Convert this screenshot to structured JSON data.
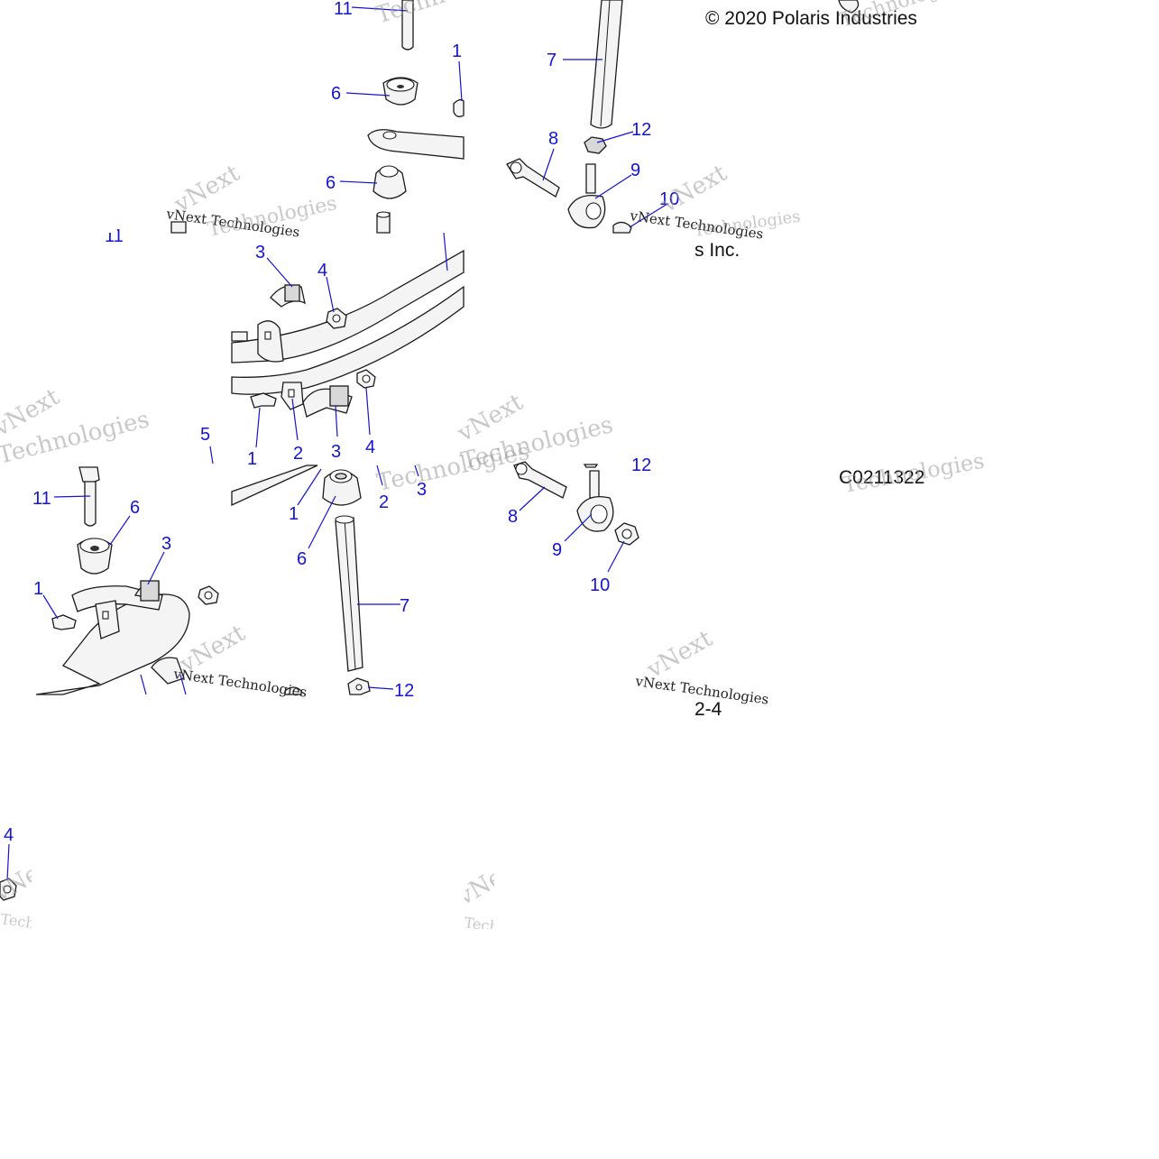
{
  "copyright": "© 2020 Polaris Industries",
  "copyright_fragment": "s Inc.",
  "figure_code": "C0211322",
  "page_fragment": "2-4",
  "watermark": {
    "brand_top": "vNext",
    "brand_bottom": "Technologies",
    "line": "vNext Technologies"
  },
  "callouts": {
    "a1": "11",
    "a2": "6",
    "a3": "6",
    "a4": "1",
    "a5": "11",
    "b1": "7",
    "b2": "8",
    "b3": "12",
    "b4": "9",
    "b5": "10",
    "c1": "3",
    "c2": "4",
    "c3": "1",
    "c4": "2",
    "c5": "3",
    "c6": "4",
    "d1": "5",
    "d2": "11",
    "d3": "6",
    "d4": "3",
    "d5": "1",
    "e1": "1",
    "e2": "6",
    "e3": "7",
    "e4": "12",
    "e5": "2",
    "e6": "3",
    "f1": "8",
    "f2": "9",
    "f3": "10",
    "f4": "12",
    "g1": "4"
  }
}
